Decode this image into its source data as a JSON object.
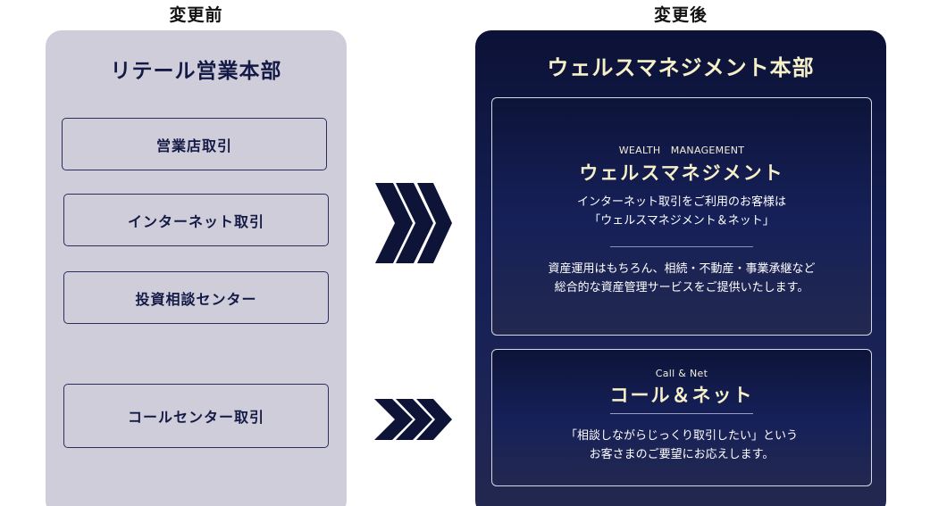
{
  "before": {
    "label": "変更前",
    "department": "リテール営業本部",
    "channels": [
      "営業店取引",
      "インターネット取引",
      "投資相談センター",
      "コールセンター取引"
    ]
  },
  "after": {
    "label": "変更後",
    "department": "ウェルスマネジメント本部",
    "wealth_management": {
      "subtitle": "WEALTH　MANAGEMENT",
      "title": "ウェルスマネジメント",
      "text_1_line_1": "インターネット取引をご利用のお客様は",
      "text_1_line_2": "「ウェルスマネジメント＆ネット」",
      "text_2_line_1": "資産運用はもちろん、相続・不動産・事業承継など",
      "text_2_line_2": "総合的な資産管理サービスをご提供いたします。"
    },
    "call_and_net": {
      "subtitle": "Call & Net",
      "title": "コール＆ネット",
      "text_line_1": "「相談しながらじっくり取引したい」という",
      "text_line_2": "お客さまのご要望にお応えします。"
    }
  },
  "arrows": {
    "top": "triple-chevron-right-icon",
    "bottom": "triple-chevron-right-icon"
  },
  "colors": {
    "navy": "#0d1437",
    "before_panel_bg": "#cfcdda",
    "after_title_cream": "#f6f0c8",
    "box_border": "#2b2f5e"
  }
}
